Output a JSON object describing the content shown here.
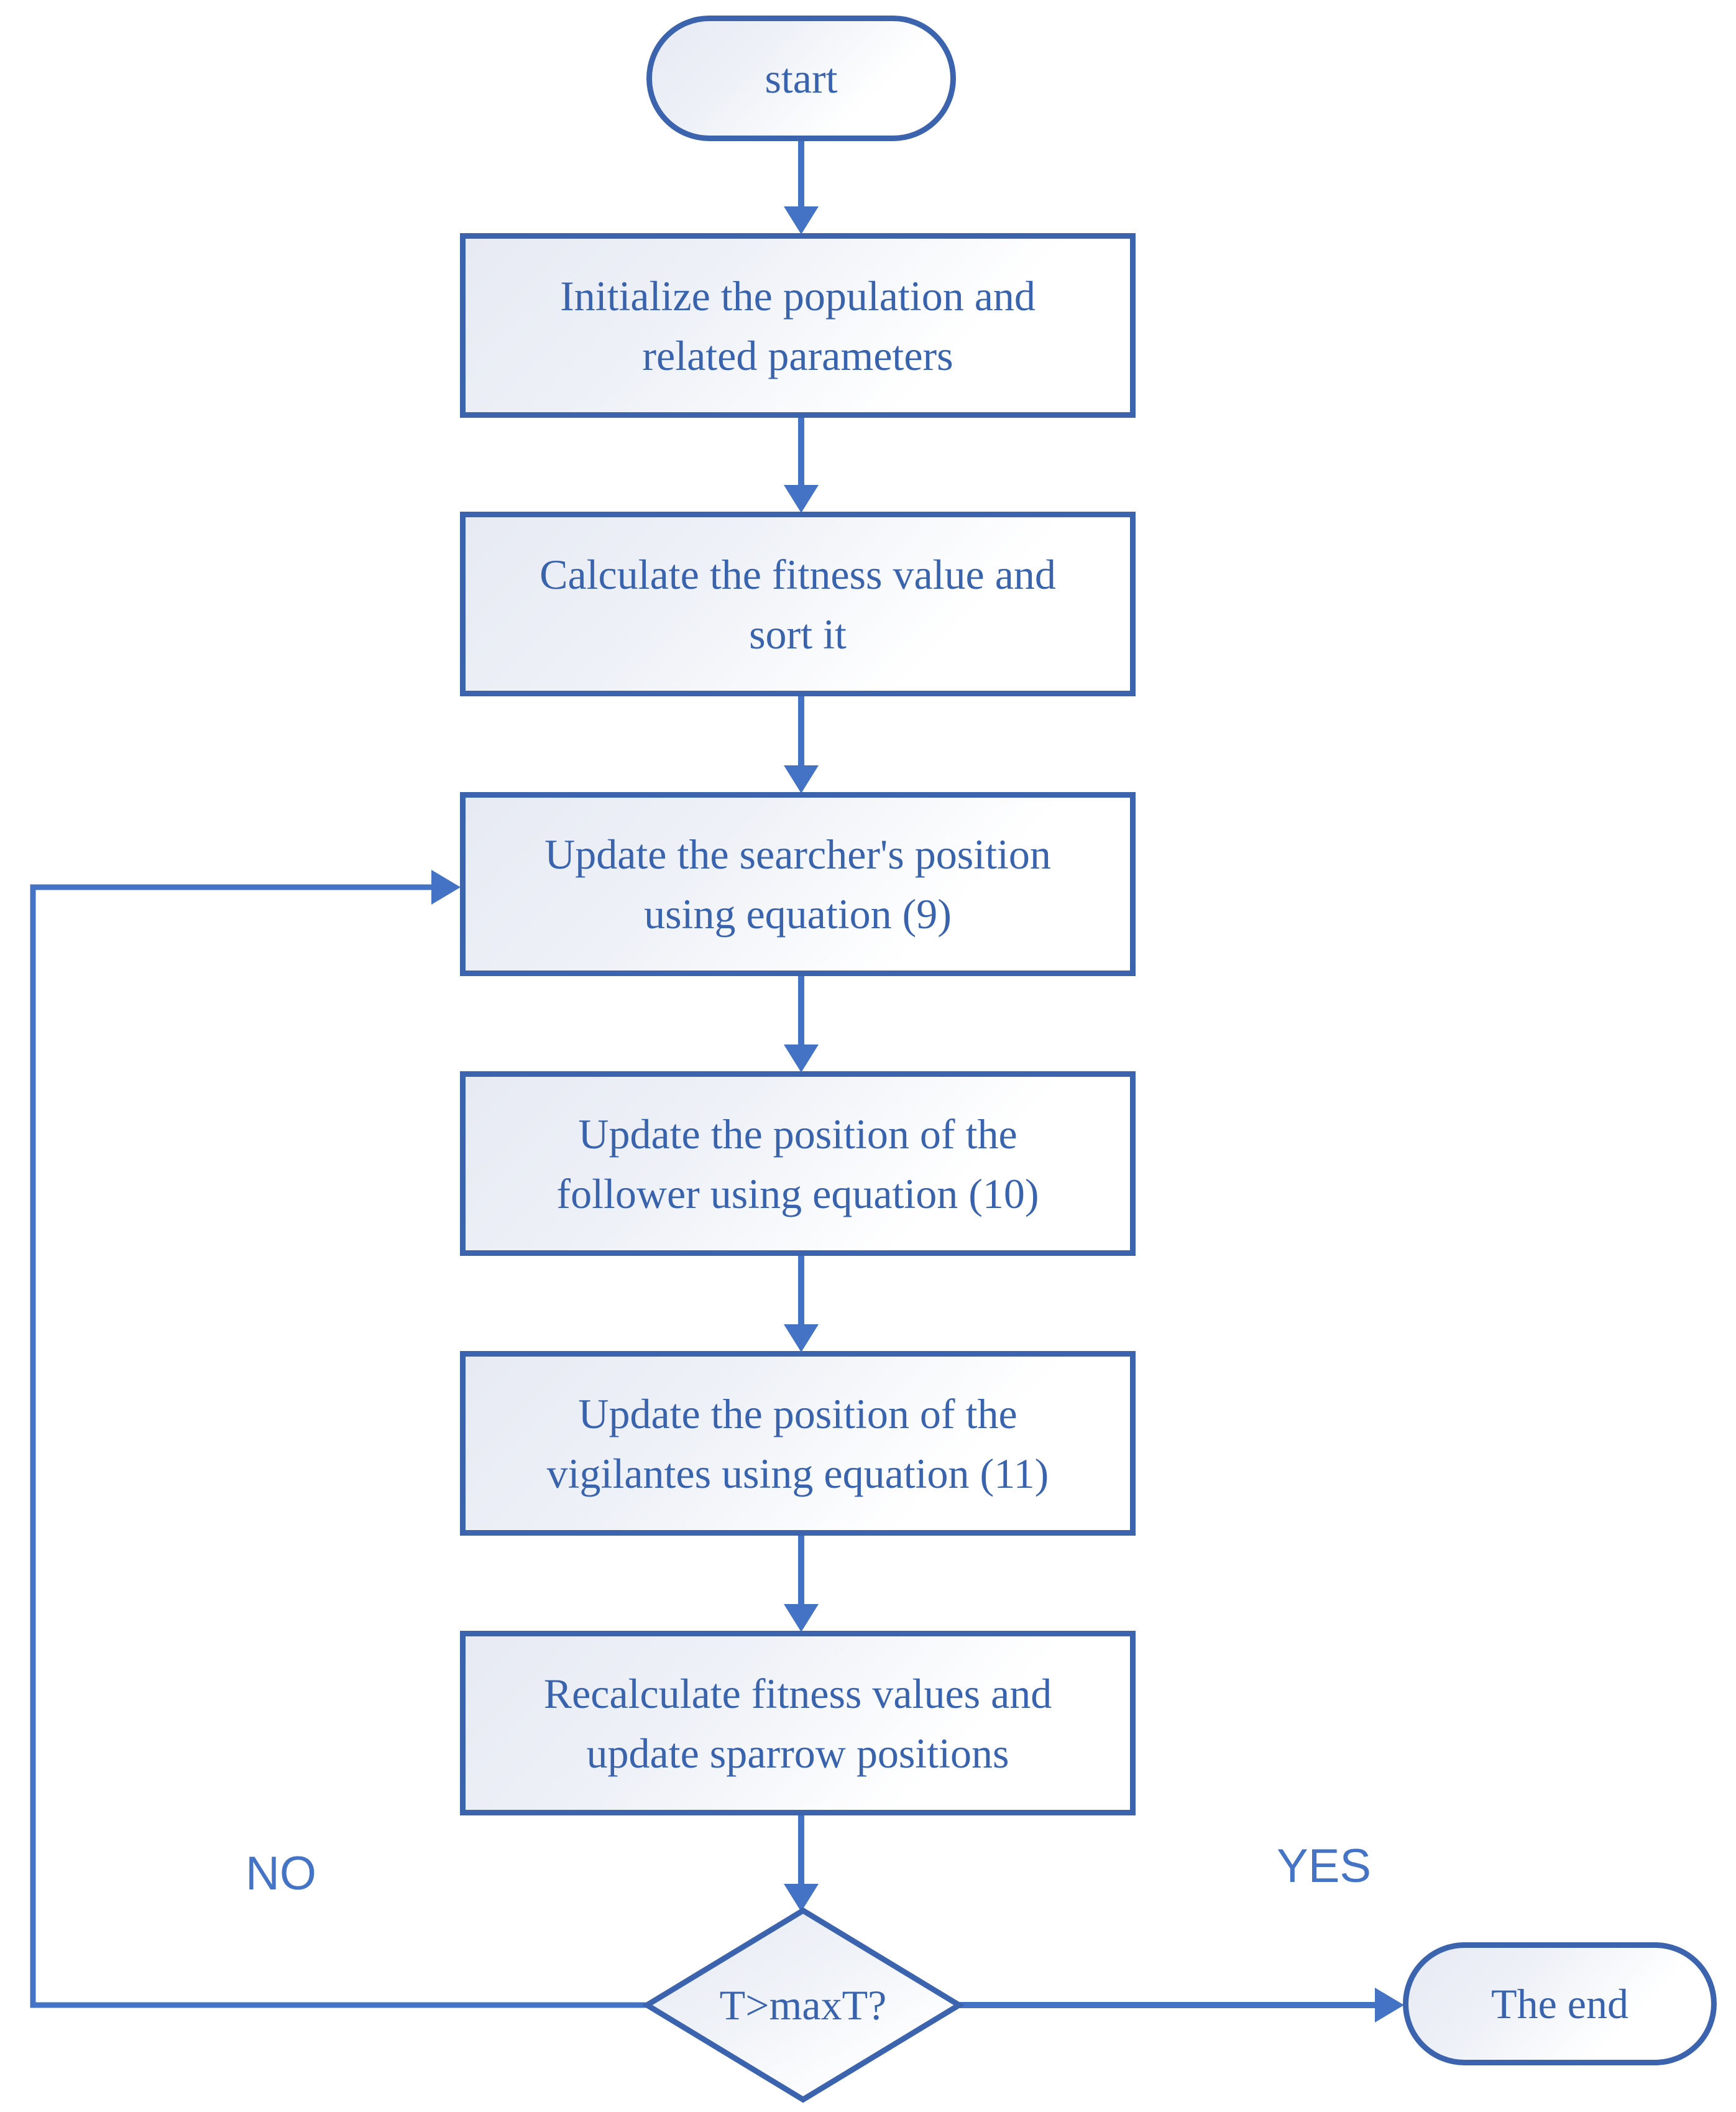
{
  "colors": {
    "node_border": "#3c63ae",
    "connector": "#4472c4",
    "node_text": "#3a63ae",
    "branch_label_text": "#4573c6",
    "node_fill_light": "#e7eaf3",
    "node_fill_white": "#ffffff"
  },
  "nodes": {
    "start": {
      "label": "start"
    },
    "initialize": {
      "label": "Initialize the population and\nrelated parameters"
    },
    "calculate": {
      "label": "Calculate the fitness value and\nsort it"
    },
    "update_searcher": {
      "label": "Update the searcher's position\nusing equation (9)"
    },
    "update_follower": {
      "label": "Update the position of the\nfollower using equation (10)"
    },
    "update_vigilantes": {
      "label": "Update the position of the\nvigilantes using equation (11)"
    },
    "recalculate": {
      "label": "Recalculate fitness values and\nupdate sparrow positions"
    },
    "decision": {
      "label": "T>maxT?"
    },
    "end": {
      "label": "The end"
    }
  },
  "branch_labels": {
    "no": "NO",
    "yes": "YES"
  }
}
